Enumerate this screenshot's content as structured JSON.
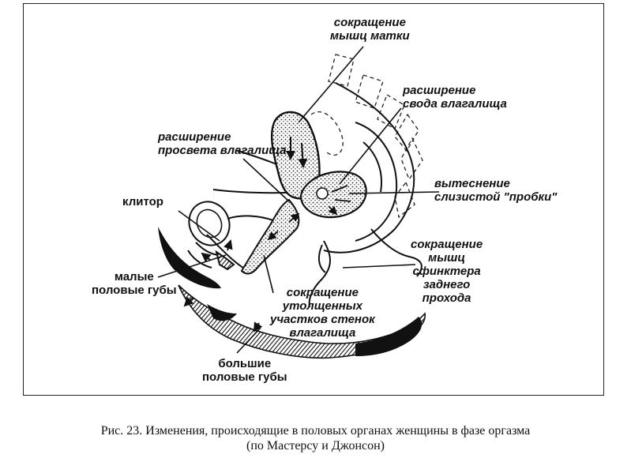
{
  "labels": {
    "uterus_contraction": "сокращение\nмышц матки",
    "vaginal_vault_expansion": "расширение\nсвода влагалища",
    "vaginal_lumen_expansion": "расширение\nпросвета влагалища",
    "clitoris": "клитор",
    "mucus_plug_expulsion": "вытеснение\nслизистой \"пробки\"",
    "anal_sphincter_contraction": "сокращение\nмышц\nсфинктера\nзаднего\nпрохода",
    "labia_minora": "малые\nполовые губы",
    "thickened_walls_contraction": "сокращение\nутолщенных\nучастков стенок\nвлагалища",
    "labia_majora": "большие\nполовые губы"
  },
  "caption": {
    "line1": "Рис. 23. Изменения, происходящие в половых органах женщины в фазе оргазма",
    "line2": "(по Мастерсу и Джонсон)"
  }
}
